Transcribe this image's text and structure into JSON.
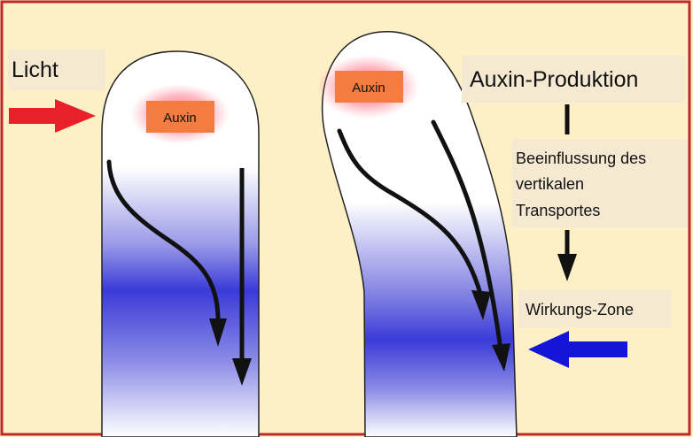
{
  "labels": {
    "light": "Licht",
    "auxin_left": "Auxin",
    "auxin_right": "Auxin",
    "auxin_production": "Auxin-Produktion",
    "influence_line1": "Beeinflussung des",
    "influence_line2": "vertikalen",
    "influence_line3": "Transportes",
    "effect_zone": "Wirkungs-Zone"
  },
  "colors": {
    "background": "#fdf0c6",
    "frame": "#c0282d",
    "label_box": "#f6e9d2",
    "auxin_box": "#f47c41",
    "auxin_glow": "#ff4f6a",
    "light_arrow": "#e8202a",
    "effect_arrow": "#1515d8",
    "zone_blue": "#3a3ad8",
    "transport_arrow": "#111111"
  },
  "icons": {
    "light_arrow": "arrow-right-icon",
    "effect_arrow": "arrow-left-icon"
  }
}
